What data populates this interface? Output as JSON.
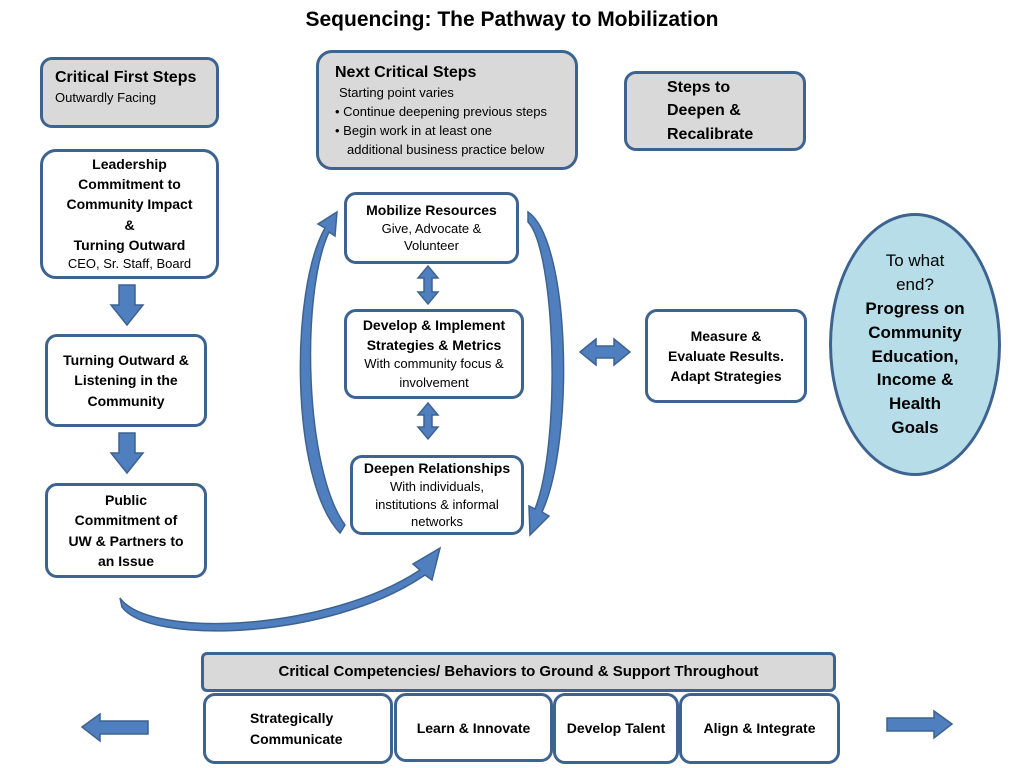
{
  "title": "Sequencing: The Pathway to Mobilization",
  "critical_first": {
    "title": "Critical First Steps",
    "subtitle": "Outwardly  Facing"
  },
  "next_critical": {
    "title": "Next Critical Steps",
    "subtitle": "Starting point varies",
    "bullets": [
      "• Continue deepening previous steps",
      "• Begin work in at least one",
      "additional business practice below"
    ]
  },
  "deepen_recal": {
    "line1": "Steps to",
    "line2": "Deepen &",
    "line3": "Recalibrate"
  },
  "leadership": {
    "line1": "Leadership",
    "line2": "Commitment to",
    "line3": "Community Impact",
    "line4": "&",
    "line5": "Turning Outward",
    "sub": "CEO, Sr. Staff, Board"
  },
  "turning_outward": {
    "line1": "Turning Outward  &",
    "line2": "Listening in the",
    "line3": "Community"
  },
  "public_commitment": {
    "line1": "Public",
    "line2": "Commitment of",
    "line3": "UW & Partners to",
    "line4": "an Issue"
  },
  "mobilize": {
    "title": "Mobilize  Resources",
    "line1": "Give, Advocate &",
    "line2": "Volunteer"
  },
  "develop": {
    "title1": "Develop & Implement",
    "title2": "Strategies & Metrics",
    "line1": "With community focus &",
    "line2": "involvement"
  },
  "deepen_rel": {
    "title": "Deepen Relationships",
    "line1": "With individuals,",
    "line2": "institutions & informal",
    "line3": "networks"
  },
  "measure": {
    "line1": "Measure &",
    "line2": "Evaluate Results.",
    "line3": "Adapt Strategies"
  },
  "goal": {
    "line1": "To what",
    "line2": "end?",
    "b1": "Progress on",
    "b2": "Community",
    "b3": "Education,",
    "b4": "Income  &",
    "b5": "Health",
    "b6": "Goals"
  },
  "competencies": {
    "header": "Critical Competencies/ Behaviors to Ground & Support Throughout",
    "items": [
      {
        "line1": "Strategically",
        "line2": "Communicate"
      },
      {
        "line1": "Learn & Innovate"
      },
      {
        "line1": "Develop Talent"
      },
      {
        "line1": "Align & Integrate"
      }
    ]
  },
  "colors": {
    "border": "#3d6390",
    "arrow": "#4f7fbf",
    "gray_box": "#d9d9d9",
    "ellipse": "#b6dde8"
  }
}
